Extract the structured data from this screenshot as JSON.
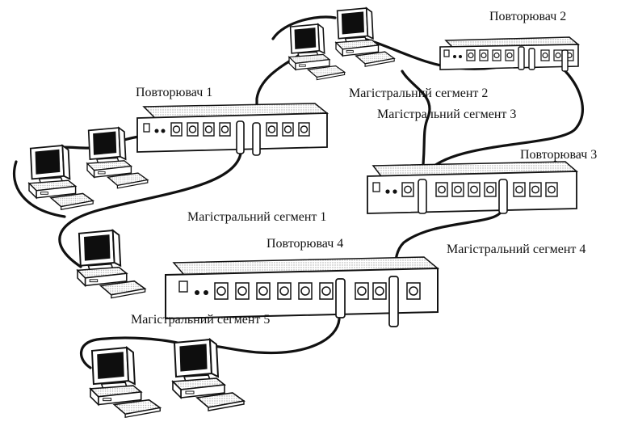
{
  "repeaters": [
    {
      "id": "r1",
      "label": "Повторювач 1"
    },
    {
      "id": "r2",
      "label": "Повторювач 2"
    },
    {
      "id": "r3",
      "label": "Повторювач 3"
    },
    {
      "id": "r4",
      "label": "Повторювач 4"
    }
  ],
  "segments": [
    {
      "id": "s1",
      "label": "Магістральний сегмент 1"
    },
    {
      "id": "s2",
      "label": "Магістральний сегмент 2"
    },
    {
      "id": "s3",
      "label": "Магістральний сегмент 3"
    },
    {
      "id": "s4",
      "label": "Магістральний сегмент 4"
    },
    {
      "id": "s5",
      "label": "Магістральний сегмент 5"
    }
  ],
  "computer_count": 7,
  "colors": {
    "line": "#111111",
    "screen": "#0e0e0e",
    "body": "#ffffff",
    "stipple": "#bdbdbd"
  }
}
